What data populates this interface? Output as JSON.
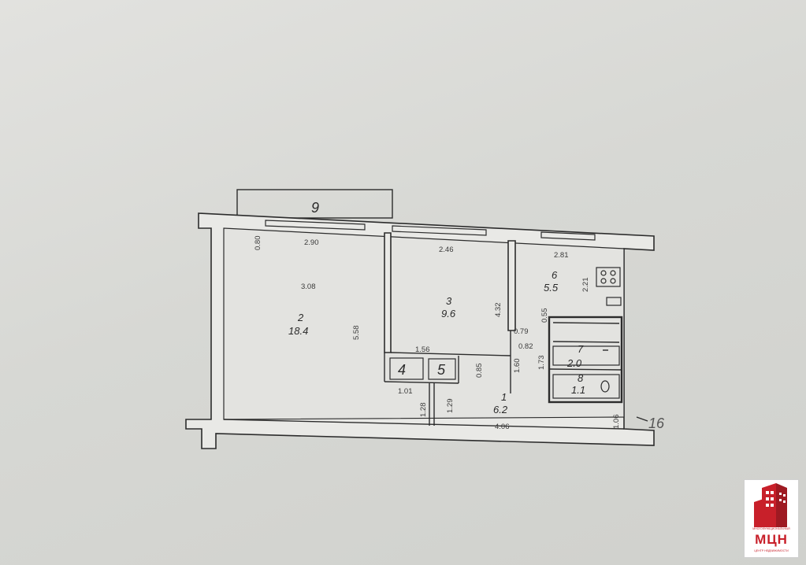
{
  "rooms": [
    {
      "id": "1",
      "area": "6.2"
    },
    {
      "id": "2",
      "area": "18.4"
    },
    {
      "id": "3",
      "area": "9.6"
    },
    {
      "id": "4"
    },
    {
      "id": "5"
    },
    {
      "id": "6",
      "area": "5.5"
    },
    {
      "id": "7",
      "area": "2.0"
    },
    {
      "id": "8",
      "area": "1.1"
    },
    {
      "id": "9"
    }
  ],
  "dimensions": [
    "0.80",
    "2.90",
    "3.08",
    "5.58",
    "2.46",
    "4.32",
    "1.56",
    "0.85",
    "1.60",
    "2.81",
    "2.21",
    "0.79",
    "0.55",
    "0.82",
    "1.73",
    "1.01",
    "1.28",
    "1.29",
    "4.06",
    "1.06"
  ],
  "marker": "16",
  "logo": {
    "text": "МЦН",
    "small_top": "МНОГОФУНКЦИОНАЛЬНЫЙ",
    "small_bottom": "ЦЕНТР НЕДВИЖИМОСТИ",
    "color": "#c8202a"
  }
}
